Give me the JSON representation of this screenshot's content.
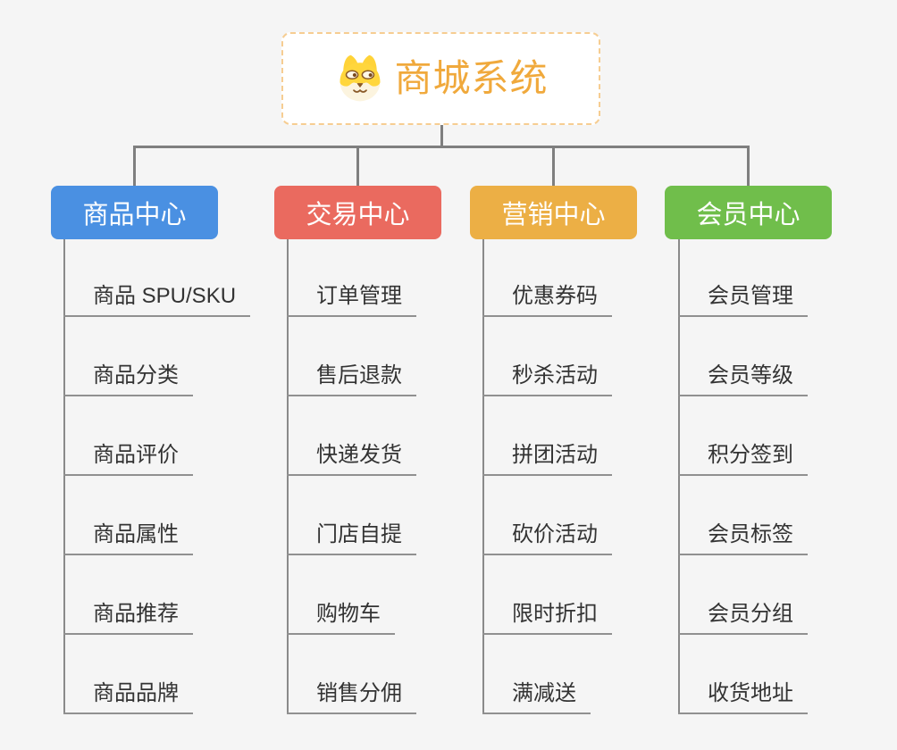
{
  "root": {
    "title": "商城系统",
    "icon": "shiba-dog-icon",
    "accent_color": "#F0A93C",
    "border_color": "#F6CD92"
  },
  "branches": [
    {
      "title": "商品中心",
      "color": "#4A90E2",
      "items": [
        "商品 SPU/SKU",
        "商品分类",
        "商品评价",
        "商品属性",
        "商品推荐",
        "商品品牌"
      ]
    },
    {
      "title": "交易中心",
      "color": "#EA6A5F",
      "items": [
        "订单管理",
        "售后退款",
        "快递发货",
        "门店自提",
        "购物车",
        "销售分佣"
      ]
    },
    {
      "title": "营销中心",
      "color": "#ECAF45",
      "items": [
        "优惠券码",
        "秒杀活动",
        "拼团活动",
        "砍价活动",
        "限时折扣",
        "满减送"
      ]
    },
    {
      "title": "会员中心",
      "color": "#70BE4B",
      "items": [
        "会员管理",
        "会员等级",
        "积分签到",
        "会员标签",
        "会员分组",
        "收货地址"
      ]
    }
  ],
  "canvas": {
    "background": "#F5F5F5",
    "connector_color": "#7F7F7F",
    "spine_color": "#8A8A8A",
    "leaf_underline_color": "#909090",
    "leaf_text_color": "#333333"
  }
}
